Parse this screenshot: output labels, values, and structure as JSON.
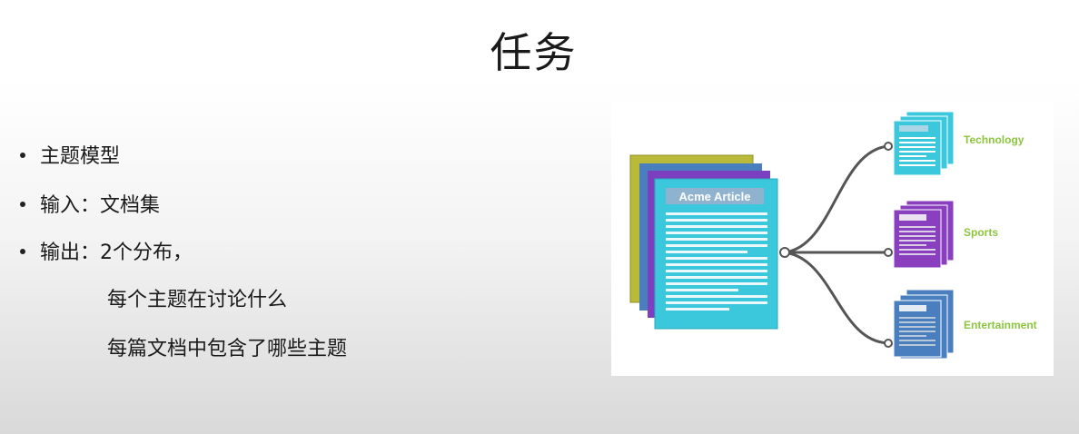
{
  "slide": {
    "title": "任务",
    "bullets": [
      {
        "text": "主题模型"
      },
      {
        "text": "输入：文档集"
      },
      {
        "text": "输出：2个分布，"
      }
    ],
    "sub_lines": [
      "每个主题在讨论什么",
      "每篇文档中包含了哪些主题"
    ]
  },
  "figure": {
    "doc_title": "Acme Article",
    "categories": [
      {
        "label": "Technology",
        "color": "#3cc8dc"
      },
      {
        "label": "Sports",
        "color": "#8a3fbf"
      },
      {
        "label": "Entertainment",
        "color": "#4a7fbf"
      }
    ],
    "label_color": "#8cc63f",
    "stack_colors": [
      "#b9b93a",
      "#4a7fbf",
      "#7b3fbf",
      "#3cc8dc"
    ]
  }
}
